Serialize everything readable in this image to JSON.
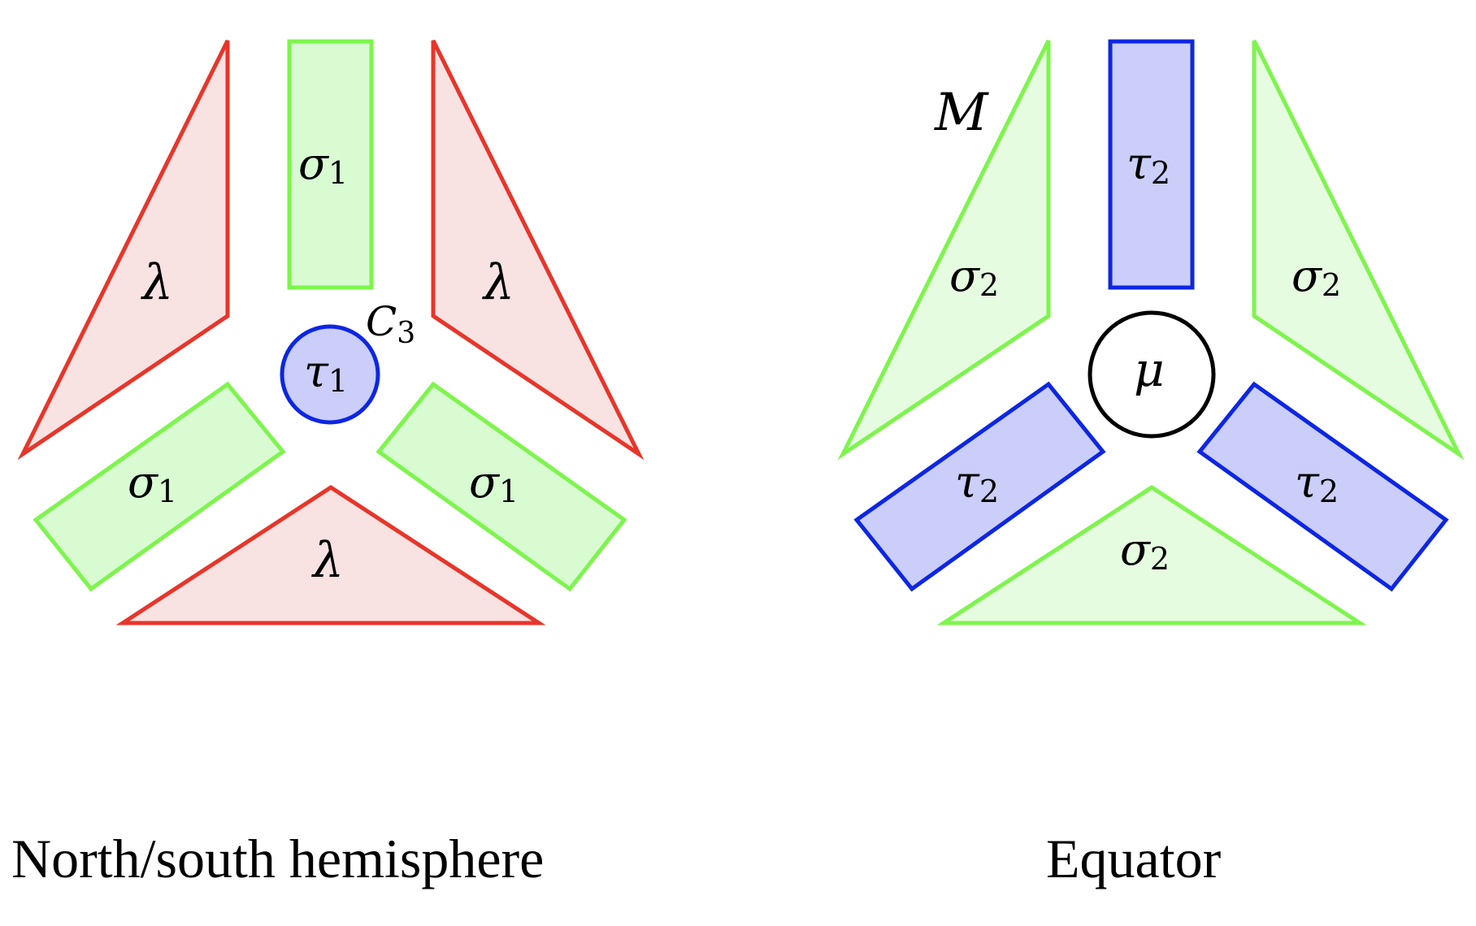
{
  "colors": {
    "red_stroke": "#e8352a",
    "red_fill": "#f9e2e2",
    "green_stroke": "#7df54c",
    "green_fill": "#d8fbd2",
    "green_fill_light": "#e6fce0",
    "blue_stroke": "#0d26e3",
    "blue_fill": "#cacef8",
    "black_stroke": "#000000",
    "white_fill": "#ffffff"
  },
  "left_panel": {
    "caption": "North/south hemisphere",
    "center_label_base": "τ",
    "center_label_sub": "1",
    "corner_label_base": "C",
    "corner_label_sub": "3",
    "lambda_label": "λ",
    "sigma_label_base": "σ",
    "sigma_label_sub": "1"
  },
  "right_panel": {
    "caption": "Equator",
    "center_label": "μ",
    "corner_label": "M",
    "sigma_label_base": "σ",
    "sigma_label_sub": "2",
    "tau_label_base": "τ",
    "tau_label_sub": "2"
  }
}
